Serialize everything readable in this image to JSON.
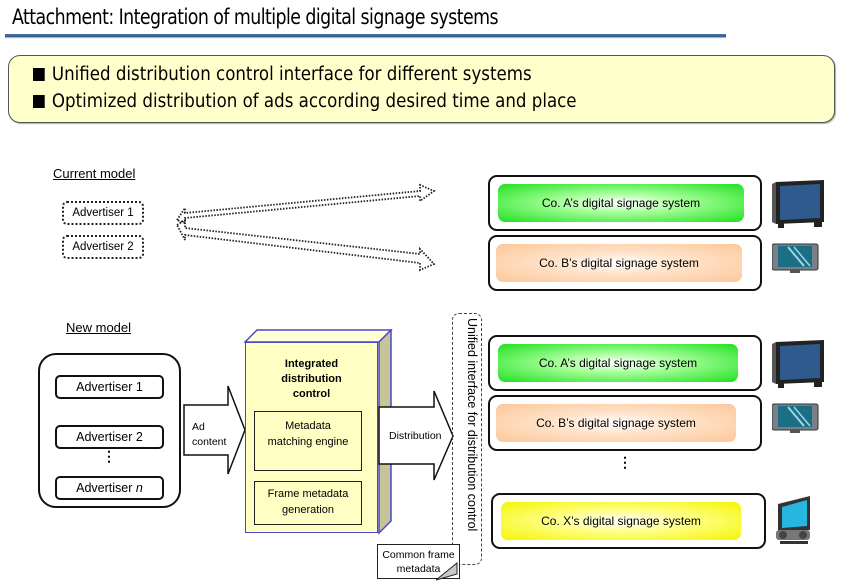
{
  "header": {
    "title": "Attachment: Integration of multiple digital signage systems"
  },
  "summary": {
    "items": [
      "Unified distribution control interface for different systems",
      "Optimized distribution of ads according desired time and place"
    ]
  },
  "current_model": {
    "label": "Current model",
    "advertisers": [
      "Advertiser 1",
      "Advertiser 2"
    ],
    "systems": [
      {
        "label": "Co. A’s digital signage system",
        "color": "#1fe01f",
        "display": "flat-panel-tv"
      },
      {
        "label": "Co. B’s digital signage system",
        "color": "#fcc79a",
        "display": "widescreen-monitor"
      }
    ]
  },
  "new_model": {
    "label": "New model",
    "advertisers": [
      "Advertiser 1",
      "Advertiser 2",
      "Advertiser n"
    ],
    "advertiser_n_prefix": "Advertiser ",
    "advertiser_n_var": "n",
    "ad_content_arrow": "Ad content",
    "ad_content_line1": "Ad",
    "ad_content_line2": "content",
    "control": {
      "title_lines": [
        "Integrated",
        "distribution",
        "control"
      ],
      "modules": [
        {
          "lines": [
            "Metadata",
            "matching engine"
          ]
        },
        {
          "lines": [
            "Frame metadata",
            "generation"
          ]
        }
      ]
    },
    "distribution_arrow": "Distribution",
    "unified_interface": "Unified interface for distribution control",
    "callout": [
      "Common frame",
      "metadata"
    ],
    "systems": [
      {
        "label": "Co. A’s digital signage system",
        "color": "#1fe01f",
        "display": "flat-panel-tv"
      },
      {
        "label": "Co. B’s digital signage system",
        "color": "#fcc79a",
        "display": "widescreen-monitor"
      },
      {
        "label": "Co. X’s digital signage system",
        "color": "#f4f400",
        "display": "crt-monitor"
      }
    ],
    "ellipsis": "⋮"
  }
}
